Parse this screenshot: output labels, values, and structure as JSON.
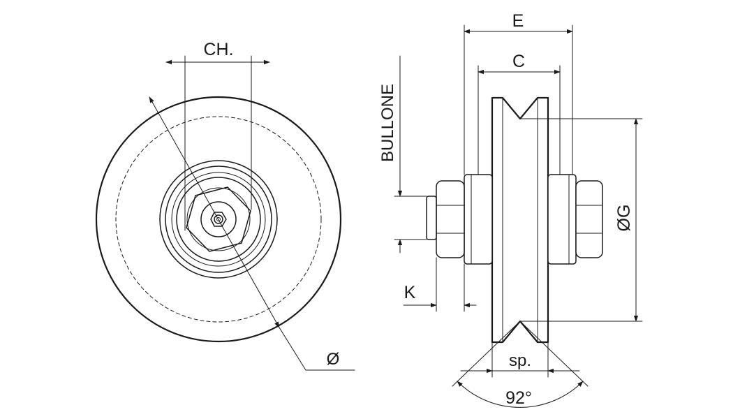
{
  "labels": {
    "ch": "CH.",
    "bullone": "BULLONE",
    "e": "E",
    "c": "C",
    "g": "ØG",
    "k": "K",
    "sp": "sp.",
    "angle": "92°",
    "diameter": "Ø"
  }
}
